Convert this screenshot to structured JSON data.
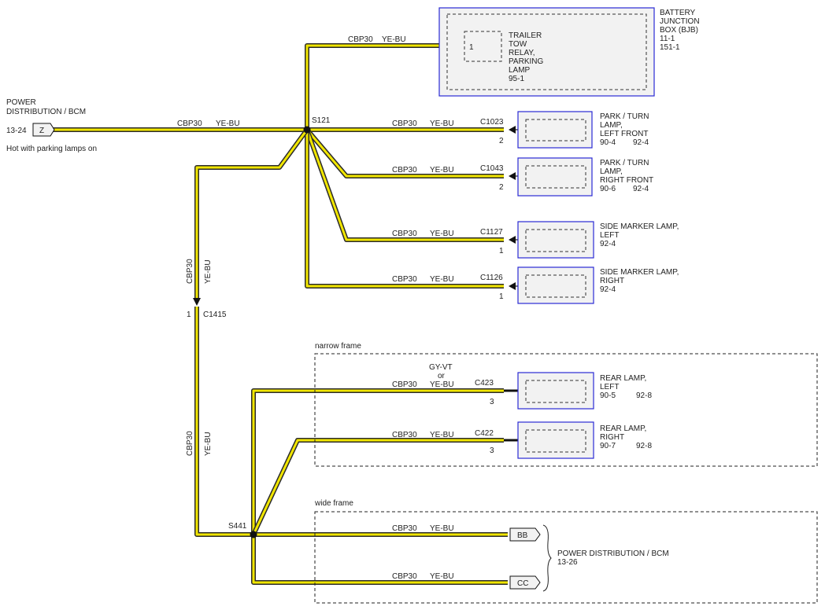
{
  "colors": {
    "wire_fill": "#f1e600",
    "wire_edge": "#2b2b2b",
    "component_border": "#2a2ad4"
  },
  "bjb": {
    "title": [
      "BATTERY",
      "JUNCTION",
      "BOX (BJB)",
      "11-1",
      "151-1"
    ],
    "relay": [
      "TRAILER",
      "TOW",
      "RELAY,",
      "PARKING",
      "LAMP",
      "95-1"
    ],
    "pin": "1",
    "wire": "CBP30",
    "wire_color": "YE-BU"
  },
  "source": {
    "title": [
      "POWER",
      "DISTRIBUTION / BCM"
    ],
    "ref": "13-24",
    "pin": "Z",
    "note": "Hot with parking lamps on",
    "wire": "CBP30",
    "wire_color": "YE-BU"
  },
  "splice_s121": "S121",
  "lamps_front": [
    {
      "wire": "CBP30",
      "wire_color": "YE-BU",
      "connector": "C1023",
      "pin": "2",
      "label": [
        "PARK / TURN",
        "LAMP,",
        "LEFT FRONT"
      ],
      "refs": [
        "90-4",
        "92-4"
      ]
    },
    {
      "wire": "CBP30",
      "wire_color": "YE-BU",
      "connector": "C1043",
      "pin": "2",
      "label": [
        "PARK / TURN",
        "LAMP,",
        "RIGHT FRONT"
      ],
      "refs": [
        "90-6",
        "92-4"
      ]
    },
    {
      "wire": "CBP30",
      "wire_color": "YE-BU",
      "connector": "C1127",
      "pin": "1",
      "label": [
        "SIDE MARKER LAMP,",
        "LEFT"
      ],
      "refs": [
        "92-4"
      ]
    },
    {
      "wire": "CBP30",
      "wire_color": "YE-BU",
      "connector": "C1126",
      "pin": "1",
      "label": [
        "SIDE MARKER LAMP,",
        "RIGHT"
      ],
      "refs": [
        "92-4"
      ]
    }
  ],
  "vertical_upper": {
    "wire": "CBP30",
    "wire_color": "YE-BU"
  },
  "inline_connector": {
    "name": "C1415",
    "pin": "1"
  },
  "vertical_lower": {
    "wire": "CBP30",
    "wire_color": "YE-BU"
  },
  "splice_s441": "S441",
  "narrow_frame": {
    "label": "narrow frame",
    "lamps": [
      {
        "wire": "CBP30",
        "alt_color": [
          "GY-VT",
          "or",
          "YE-BU"
        ],
        "connector": "C423",
        "pin": "3",
        "label": [
          "REAR LAMP,",
          "LEFT"
        ],
        "refs": [
          "90-5",
          "92-8"
        ]
      },
      {
        "wire": "CBP30",
        "wire_color": "YE-BU",
        "connector": "C422",
        "pin": "3",
        "label": [
          "REAR LAMP,",
          "RIGHT"
        ],
        "refs": [
          "90-7",
          "92-8"
        ]
      }
    ]
  },
  "wide_frame": {
    "label": "wide frame",
    "outputs": [
      {
        "wire": "CBP30",
        "wire_color": "YE-BU",
        "pin": "BB"
      },
      {
        "wire": "CBP30",
        "wire_color": "YE-BU",
        "pin": "CC"
      }
    ],
    "dest_title": "POWER DISTRIBUTION / BCM",
    "dest_ref": "13-26"
  }
}
